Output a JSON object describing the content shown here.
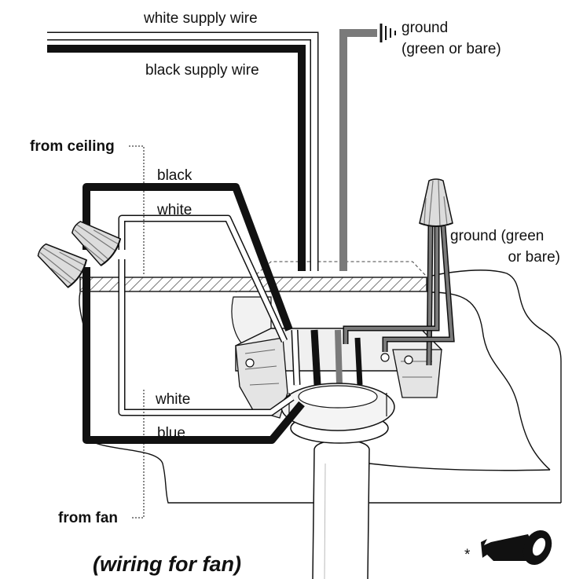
{
  "labels": {
    "white_supply_wire": "white supply wire",
    "black_supply_wire": "black supply wire",
    "ground_top_line1": "ground",
    "ground_top_line2": "(green or bare)",
    "from_ceiling": "from ceiling",
    "black": "black",
    "white_ceiling": "white",
    "ground_right_line1": "ground (green",
    "ground_right_line2": "or bare)",
    "white_fan": "white",
    "blue": "blue",
    "from_fan": "from fan",
    "asterisk": "*",
    "caption": "(wiring for fan)"
  },
  "icons": {
    "ground": "ground-symbol-icon",
    "connector": "wire-nut-icon",
    "tape": "electrical-tape-icon"
  },
  "colors": {
    "black_wire": "#111111",
    "white_wire": "#ffffff",
    "ground_wire": "#7a7a7a",
    "hardware": "#e8e8e8"
  }
}
